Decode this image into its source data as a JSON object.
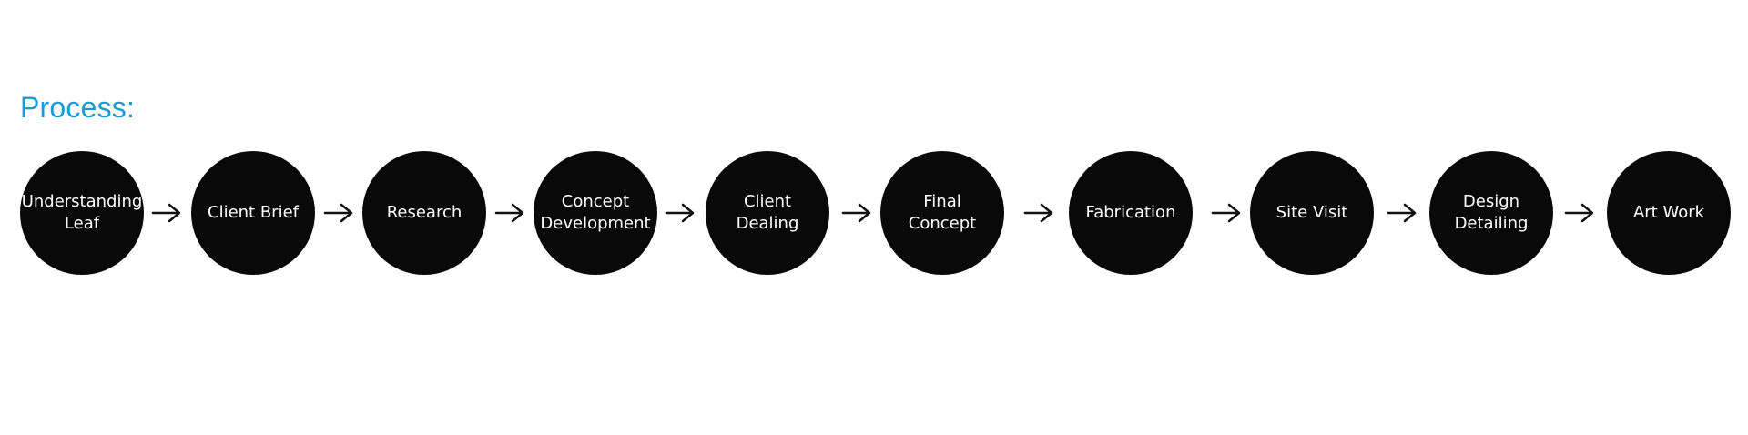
{
  "title": "Process:",
  "steps": [
    {
      "label": "Understanding\nLeaf"
    },
    {
      "label": "Client Brief"
    },
    {
      "label": "Research"
    },
    {
      "label": "Concept\nDevelopment"
    },
    {
      "label": "Client\nDealing"
    },
    {
      "label": "Final\nConcept"
    },
    {
      "label": "Fabrication"
    },
    {
      "label": "Site Visit"
    },
    {
      "label": "Design\nDetailing"
    },
    {
      "label": "Art Work"
    }
  ],
  "colors": {
    "title": "#1b9ad6",
    "circle": "#0a0909",
    "text": "#ffffff",
    "arrow": "#111111"
  },
  "icons": {
    "connector": "arrow-right-icon"
  }
}
